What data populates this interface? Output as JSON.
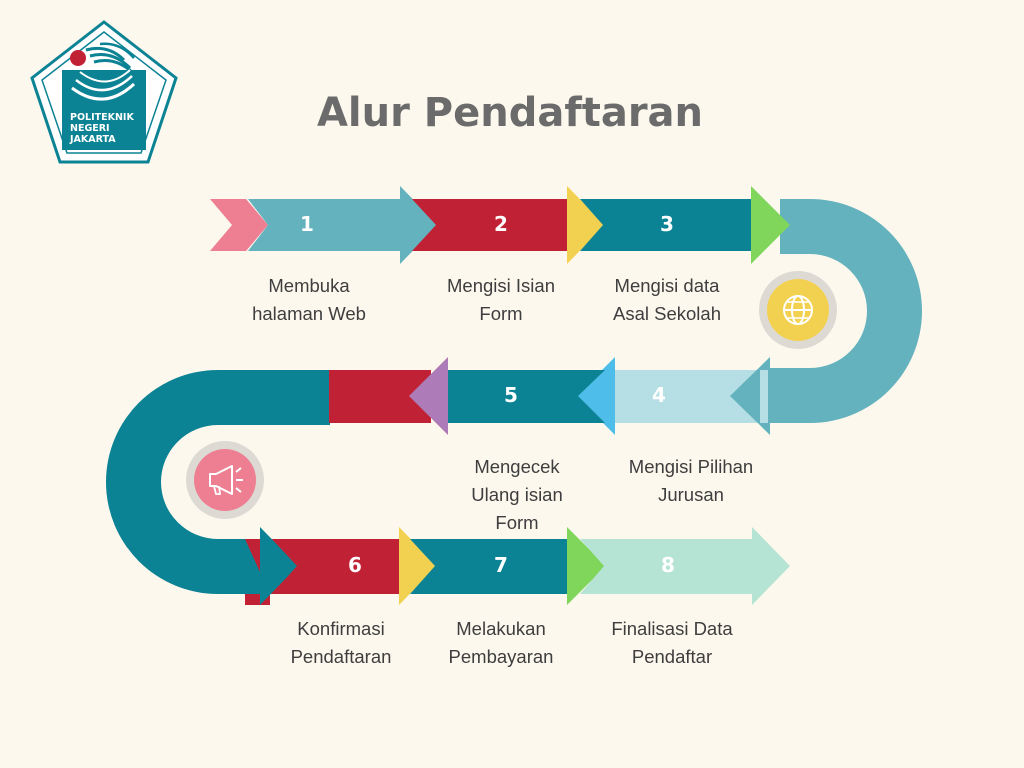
{
  "title": "Alur Pendaftaran",
  "logo": {
    "lines": [
      "POLITEKNIK",
      "NEGERI",
      "JAKARTA"
    ]
  },
  "steps": [
    {
      "number": "1",
      "label_lines": [
        "Membuka",
        "halaman Web"
      ],
      "color": "#63b2bd"
    },
    {
      "number": "2",
      "label_lines": [
        "Mengisi Isian",
        "Form"
      ],
      "color": "#c12134"
    },
    {
      "number": "3",
      "label_lines": [
        "Mengisi data",
        "Asal Sekolah"
      ],
      "color": "#0c8394"
    },
    {
      "number": "4",
      "label_lines": [
        "Mengisi Pilihan",
        "Jurusan"
      ],
      "color": "#b6dfe5"
    },
    {
      "number": "5",
      "label_lines": [
        "Mengecek",
        "Ulang isian",
        "Form"
      ],
      "color": "#0c8394"
    },
    {
      "number": "6",
      "label_lines": [
        "Konfirmasi",
        "Pendaftaran"
      ],
      "color": "#c12134"
    },
    {
      "number": "7",
      "label_lines": [
        "Melakukan",
        "Pembayaran"
      ],
      "color": "#0c8394"
    },
    {
      "number": "8",
      "label_lines": [
        "Finalisasi Data",
        "Pendaftar"
      ],
      "color": "#b5e3d4"
    }
  ],
  "icons": {
    "globe": "globe-icon",
    "megaphone": "megaphone-icon"
  }
}
